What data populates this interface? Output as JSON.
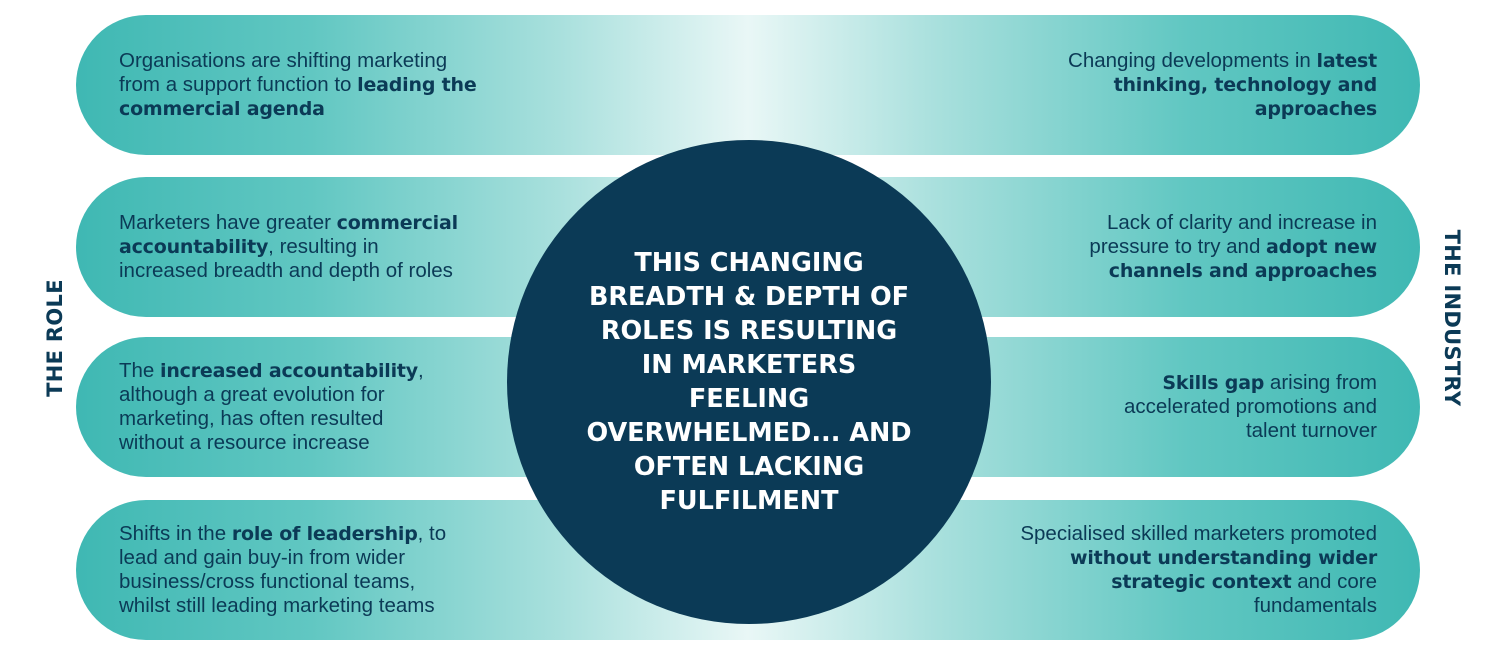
{
  "labels": {
    "left": "THE ROLE",
    "right": "THE INDUSTRY"
  },
  "center": {
    "text": "THIS CHANGING BREADTH & DEPTH OF ROLES IS RESULTING IN MARKETERS FEELING OVERWHELMED... AND OFTEN LACKING FULFILMENT"
  },
  "left_items": [
    {
      "before": "Organisations are shifting marketing from a support function to ",
      "bold": "leading the commercial agenda",
      "after": ""
    },
    {
      "before": "Marketers have greater ",
      "bold": "commercial accountability",
      "after": ", resulting in increased breadth and depth of roles"
    },
    {
      "before": "The ",
      "bold": "increased accountability",
      "after": ", although a great evolution for marketing, has often resulted without a resource increase"
    },
    {
      "before": "Shifts in the ",
      "bold": "role of leadership",
      "after": ", to lead and gain buy-in from wider business/cross functional teams, whilst still leading marketing teams"
    }
  ],
  "right_items": [
    {
      "before": "Changing developments in ",
      "bold": "latest thinking, technology and approaches",
      "after": ""
    },
    {
      "before": "Lack of clarity and increase in pressure to try and ",
      "bold": "adopt new channels and approaches",
      "after": ""
    },
    {
      "before": "",
      "bold": "Skills gap",
      "after": " arising from accelerated promotions and talent turnover"
    },
    {
      "before": "Specialised skilled marketers promoted ",
      "bold": "without understanding wider strategic context",
      "after": " and core fundamentals"
    }
  ],
  "colors": {
    "navy": "#0b3a56",
    "teal": "#3fb8b3",
    "teal_light": "#e9f7f6",
    "text_white": "#ffffff"
  }
}
